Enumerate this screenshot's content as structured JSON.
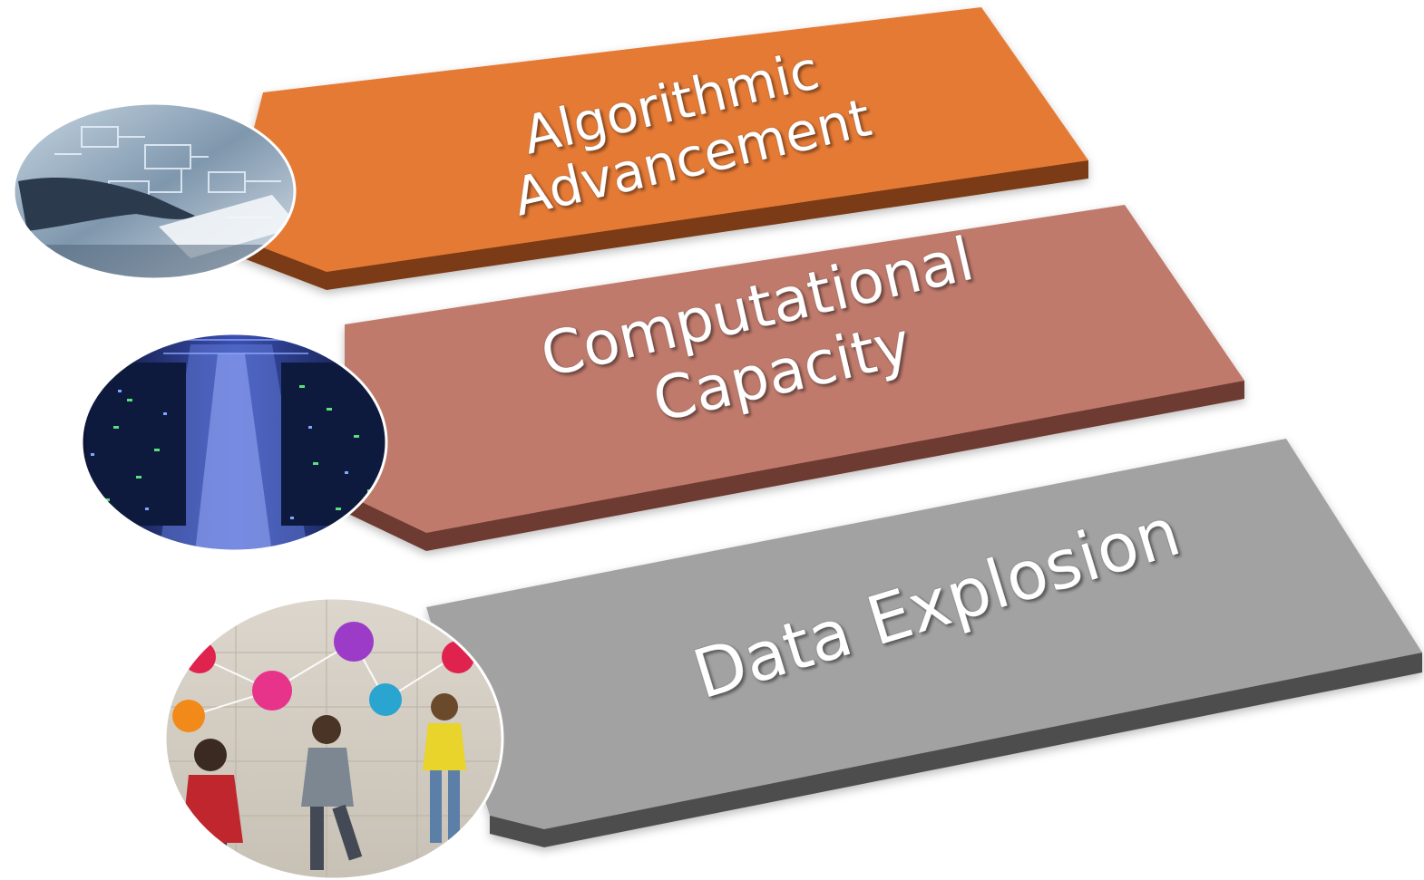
{
  "banners": [
    {
      "line1": "Algorithmic",
      "line2": "Advancement",
      "color": "#E57A34",
      "edge_color": "#7A3A12",
      "icon": "circuit-hand-icon"
    },
    {
      "line1": "Computational",
      "line2": "Capacity",
      "color": "#BF7A6C",
      "edge_color": "#6E3A30",
      "icon": "server-room-icon"
    },
    {
      "line1": "Data Explosion",
      "line2": "",
      "color": "#A2A2A2",
      "edge_color": "#4E4E4E",
      "icon": "social-people-icon"
    }
  ]
}
